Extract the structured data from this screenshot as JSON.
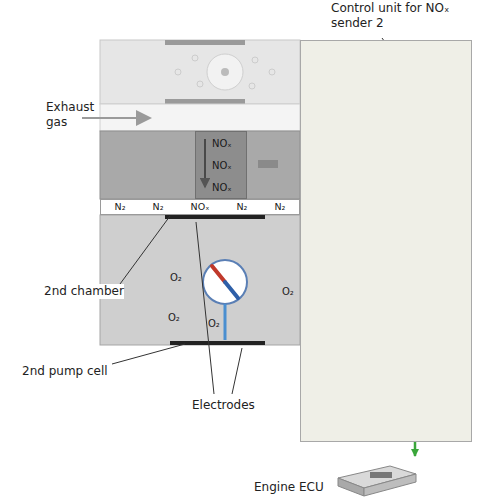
{
  "diagram": {
    "nodes": [
      {
        "text": [
          "Control unit for NOₓ sender 2"
        ]
      },
      {
        "text": [
          "NOₓ",
          "NOₓ",
          "NOₓ"
        ]
      },
      {
        "text": [
          "N₂",
          "N₂",
          "NOₓ",
          "N₂",
          "N₂"
        ]
      },
      {
        "text": [
          "Engine ECU"
        ]
      }
    ],
    "edges": [
      {
        "from": 0,
        "to": 3,
        "arrow": "to"
      }
    ],
    "labels": [
      "Exhaust gas",
      "O₂",
      "O₂",
      "O₂",
      "O₂",
      "2nd chamber",
      "2nd pump cell",
      "Electrodes"
    ]
  }
}
